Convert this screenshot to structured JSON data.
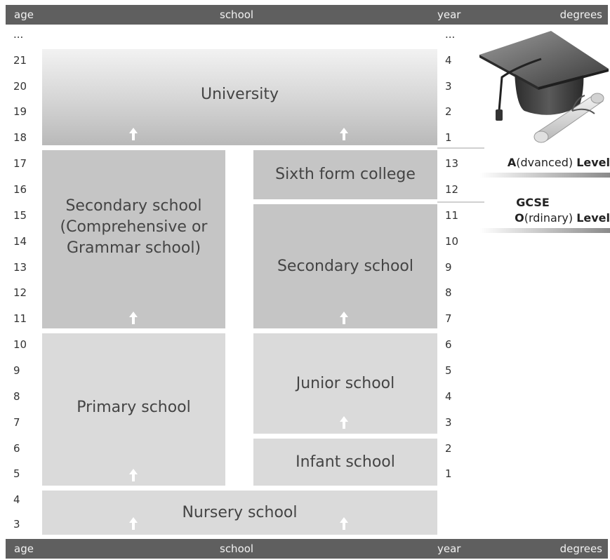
{
  "header": {
    "age": "age",
    "school": "school",
    "year": "year",
    "degrees": "degrees"
  },
  "footer": {
    "age": "age",
    "school": "school",
    "year": "year",
    "degrees": "degrees"
  },
  "ellipsis": "...",
  "ages": [
    "21",
    "20",
    "19",
    "18",
    "17",
    "16",
    "15",
    "14",
    "13",
    "12",
    "11",
    "10",
    "9",
    "8",
    "7",
    "6",
    "5",
    "4",
    "3"
  ],
  "years_upper": [
    "4",
    "3",
    "2",
    "1"
  ],
  "years_school": [
    "13",
    "12",
    "11",
    "10",
    "9",
    "8",
    "7",
    "6",
    "5",
    "4",
    "3",
    "2",
    "1"
  ],
  "blocks": {
    "university": "University",
    "secondary_left": [
      "Secondary school",
      "(Comprehensive or",
      "Grammar school)"
    ],
    "sixth_form": "Sixth form college",
    "secondary_right": "Secondary school",
    "primary": "Primary school",
    "junior": "Junior school",
    "infant": "Infant school",
    "nursery": "Nursery school"
  },
  "degrees": {
    "a_level_bold_letter": "A",
    "a_level_rest": "(dvanced)",
    "a_level_bold_word": "Level",
    "gcse": "GCSE",
    "o_level_bold_letter": "O",
    "o_level_rest": "(rdinary)",
    "o_level_bold_word": "Level"
  },
  "icons": {
    "cap": "graduation-cap-icon",
    "diploma": "diploma-scroll-icon",
    "arrow": "up-arrow-icon"
  },
  "colors": {
    "bar": "#5f5f5f",
    "block_mid": "#c5c5c5",
    "block_light": "#dadada",
    "text": "#444444"
  }
}
